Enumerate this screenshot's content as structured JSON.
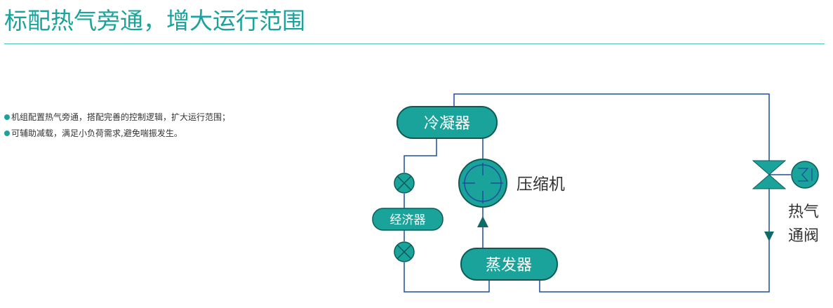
{
  "header": {
    "title": "标配热气旁通，增大运行范围"
  },
  "bullets": [
    "机组配置热气旁通，搭配完善的控制逻辑，扩大运行范围；",
    "可辅助减载，满足小负荷需求,避免喘振发生。"
  ],
  "diagram": {
    "condenser": "冷凝器",
    "compressor": "压缩机",
    "economizer": "经济器",
    "evaporator": "蒸发器",
    "hot_gas_valve_line1": "热气",
    "hot_gas_valve_line2": "通阀"
  },
  "colors": {
    "accent": "#1aa39a",
    "line": "#1f4e9c",
    "box_border": "#0e5b56",
    "text": "#333333"
  }
}
